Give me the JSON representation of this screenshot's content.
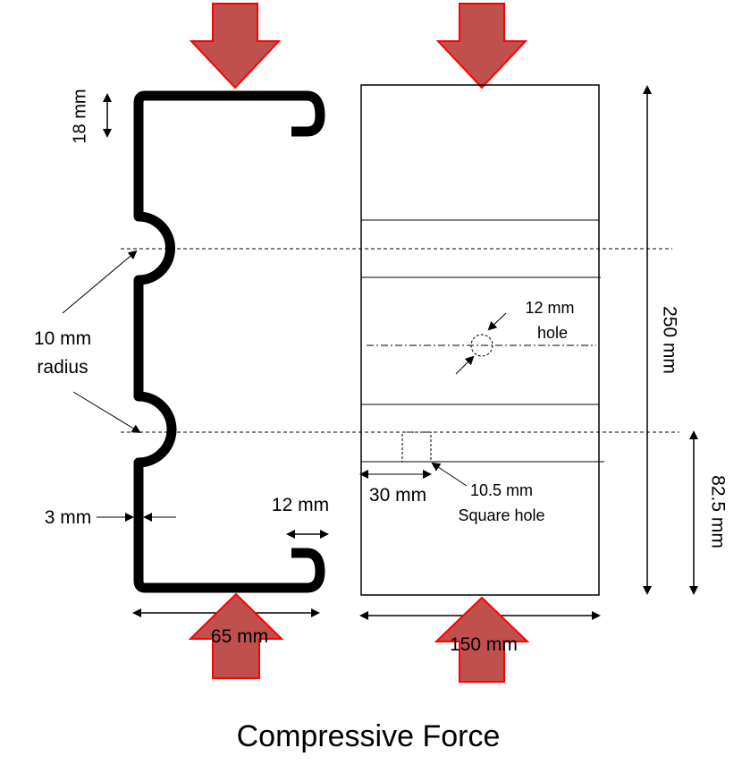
{
  "labels": {
    "flange_height": "18 mm",
    "radius_line1": "10 mm",
    "radius_line2": "radius",
    "thickness": "3 mm",
    "lip_width": "12 mm",
    "section_width": "65 mm",
    "hole_line1": "12 mm",
    "hole_line2": "hole",
    "hole_offset": "30 mm",
    "square_line1": "10.5 mm",
    "square_line2": "Square hole",
    "length": "250 mm",
    "square_height": "82.5 mm",
    "plate_width": "150 mm"
  },
  "caption": "Compressive Force",
  "colors": {
    "arrow_fill": "#c0504d",
    "arrow_stroke": "#ff0000",
    "line": "#000000"
  },
  "icons": {
    "force_arrow": "force-arrow-icon"
  }
}
